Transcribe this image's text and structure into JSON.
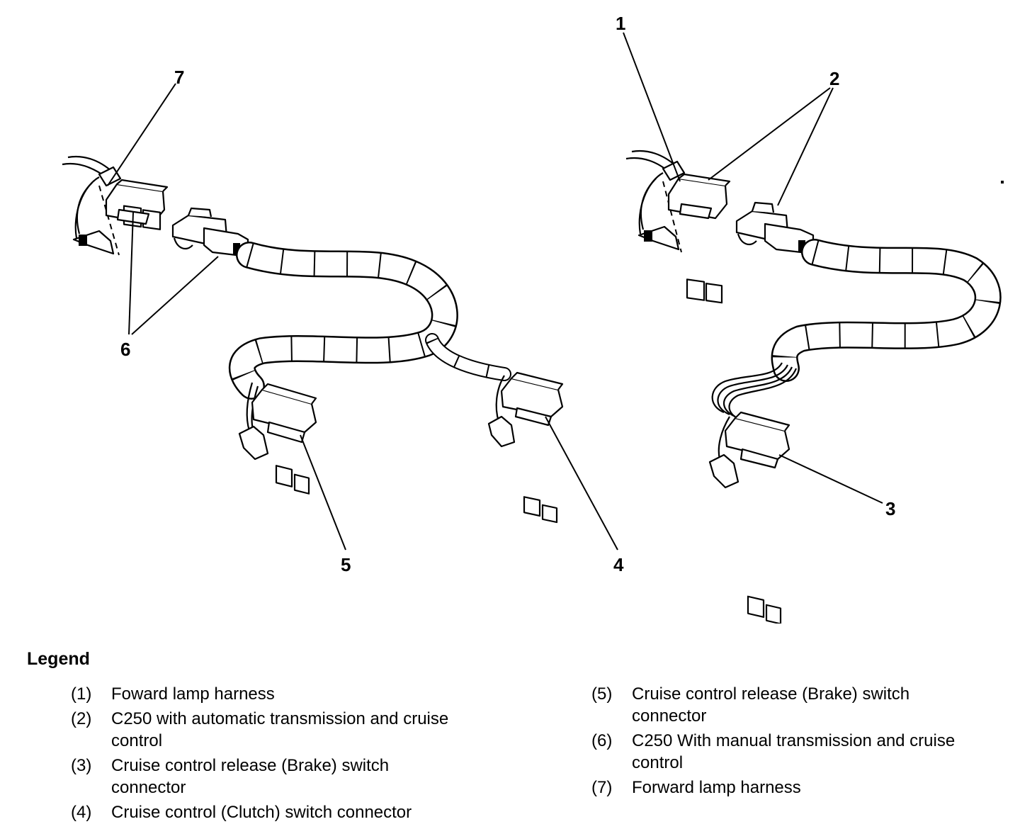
{
  "callouts": {
    "c1": "1",
    "c2": "2",
    "c3": "3",
    "c4": "4",
    "c5": "5",
    "c6": "6",
    "c7": "7"
  },
  "legend": {
    "title": "Legend",
    "items": [
      {
        "num": "(1)",
        "text": "Foward lamp harness"
      },
      {
        "num": "(2)",
        "text": "C250 with automatic transmission and cruise control"
      },
      {
        "num": "(3)",
        "text": "Cruise control release (Brake) switch connector"
      },
      {
        "num": "(4)",
        "text": "Cruise control (Clutch) switch connector"
      },
      {
        "num": "(5)",
        "text": "Cruise control release (Brake) switch connector"
      },
      {
        "num": "(6)",
        "text": "C250 With manual transmission and cruise control"
      },
      {
        "num": "(7)",
        "text": "Forward lamp harness"
      }
    ]
  }
}
